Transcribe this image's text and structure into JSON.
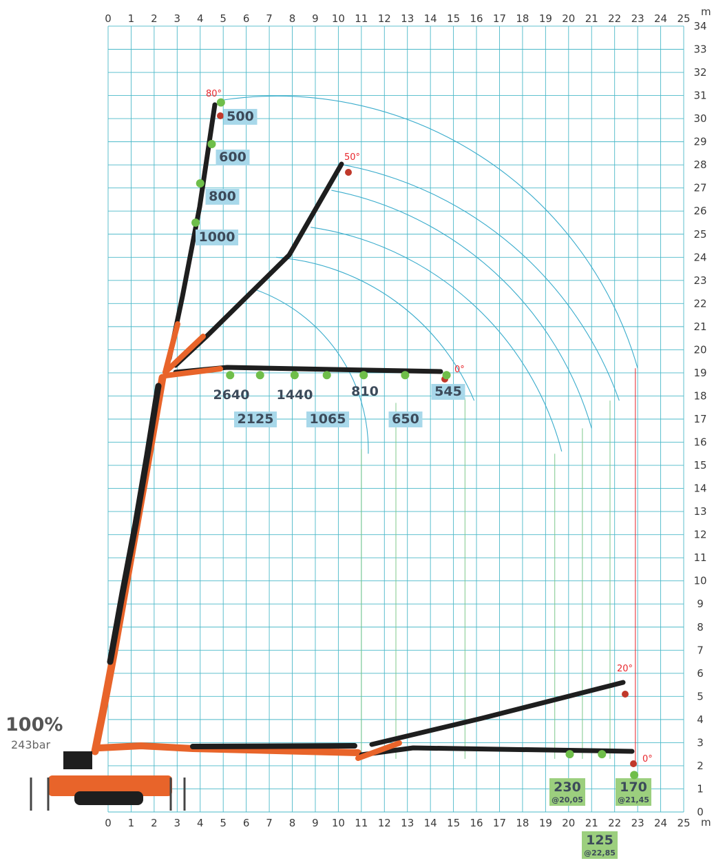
{
  "chart_data": {
    "type": "load-chart",
    "x_unit": "m",
    "y_unit": "m",
    "xlim": [
      0,
      25
    ],
    "ylim": [
      0,
      34
    ],
    "x_ticks": [
      "0",
      "1",
      "2",
      "3",
      "4",
      "5",
      "6",
      "7",
      "8",
      "9",
      "10",
      "11",
      "12",
      "13",
      "14",
      "15",
      "16",
      "17",
      "18",
      "19",
      "20",
      "21",
      "22",
      "23",
      "24",
      "25"
    ],
    "y_ticks": [
      "0",
      "1",
      "2",
      "3",
      "4",
      "5",
      "6",
      "7",
      "8",
      "9",
      "10",
      "11",
      "12",
      "13",
      "14",
      "15",
      "16",
      "17",
      "18",
      "19",
      "20",
      "21",
      "22",
      "23",
      "24",
      "25",
      "26",
      "27",
      "28",
      "29",
      "30",
      "31",
      "32",
      "33",
      "34"
    ],
    "boom_angles": [
      {
        "label": "80°",
        "x": 4.2,
        "y": 31.0
      },
      {
        "label": "50°",
        "x": 10.1,
        "y": 28.2
      },
      {
        "label": "0°",
        "x": 15.0,
        "y": 19.3
      },
      {
        "label": "20°",
        "x": 22.0,
        "y": 5.9
      },
      {
        "label": "0°",
        "x": 23.2,
        "y": 2.2
      }
    ],
    "loads_80deg": [
      {
        "load": "500",
        "x": 4.9,
        "y": 30.7
      },
      {
        "load": "600",
        "x": 4.5,
        "y": 28.9
      },
      {
        "load": "800",
        "x": 4.0,
        "y": 27.2
      },
      {
        "load": "1000",
        "x": 3.8,
        "y": 25.5
      }
    ],
    "loads_0deg_upper": [
      {
        "load": "2640",
        "x": 5.3,
        "y": 18.9
      },
      {
        "load": "2125",
        "x": 6.6,
        "y": 18.9
      },
      {
        "load": "1440",
        "x": 8.1,
        "y": 18.9
      },
      {
        "load": "1065",
        "x": 9.5,
        "y": 18.9
      },
      {
        "load": "810",
        "x": 11.1,
        "y": 18.9
      },
      {
        "load": "650",
        "x": 12.9,
        "y": 18.9
      },
      {
        "load": "545",
        "x": 14.7,
        "y": 18.9
      }
    ],
    "loads_0deg_lower": [
      {
        "load": "230",
        "reach": "@20,05",
        "x": 20.05,
        "y": 2.5
      },
      {
        "load": "170",
        "reach": "@21,45",
        "x": 21.45,
        "y": 2.5
      },
      {
        "load": "125",
        "reach": "@22,85",
        "x": 22.85,
        "y": 1.6
      }
    ],
    "reach_arcs": [
      {
        "start": [
          4.95,
          30.8
        ],
        "end": [
          23.0,
          19.2
        ]
      },
      {
        "start": [
          10.2,
          28.0
        ],
        "end": [
          22.2,
          17.8
        ]
      },
      {
        "start": [
          9.7,
          26.9
        ],
        "end": [
          21.0,
          16.6
        ]
      },
      {
        "start": [
          8.8,
          25.3
        ],
        "end": [
          19.7,
          15.6
        ]
      },
      {
        "start": [
          7.3,
          24.0
        ],
        "end": [
          15.9,
          17.8
        ]
      },
      {
        "start": [
          6.4,
          22.6
        ],
        "end": [
          11.3,
          15.5
        ]
      }
    ],
    "drop_lines": [
      11.0,
      12.5,
      15.5,
      19.4,
      20.6,
      21.8
    ],
    "red_drop_x": 22.9,
    "pressure_percent": "100%",
    "pressure_bar": "243bar"
  },
  "colors": {
    "grid": "#4ab8c8",
    "arc": "#3aaccc",
    "boom_orange": "#e8642a",
    "boom_black": "#1e1e1e",
    "dot_green": "#6fbe4a",
    "label_blue": "#a8d8ea",
    "label_green": "#9ccf7e",
    "angle_red": "#e8262c",
    "drop_green": "#7cc88a"
  },
  "icons": [
    "crane-icon",
    "hook-icon"
  ]
}
